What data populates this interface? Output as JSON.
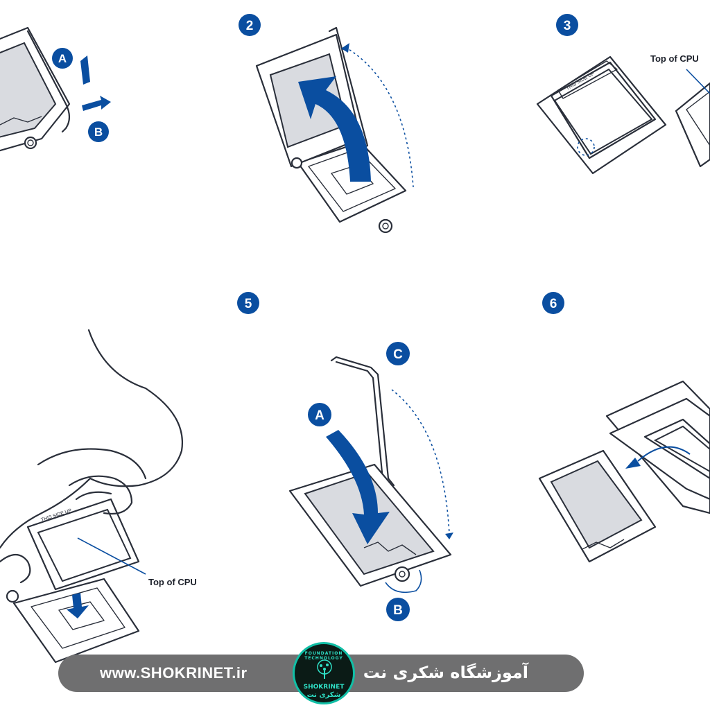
{
  "steps": {
    "step2": "2",
    "step3": "3",
    "step5": "5",
    "step6": "6"
  },
  "markers": {
    "a1": "A",
    "b1": "B",
    "c5": "C",
    "a5": "A",
    "b5": "B"
  },
  "labels": {
    "top_cpu_3": "Top of CPU",
    "top_cpu_5": "Top of CPU"
  },
  "footer": {
    "url": "www.SHOKRINET.ir",
    "name": "آموزشگاه شکری نت"
  },
  "logo": {
    "top": "FOUNDATION TECHNOLOGY",
    "mid": "SHOKRINET",
    "bot": "شکری نت"
  },
  "colors": {
    "accent": "#0a4ea0",
    "footer_bg": "#6f6f70"
  }
}
